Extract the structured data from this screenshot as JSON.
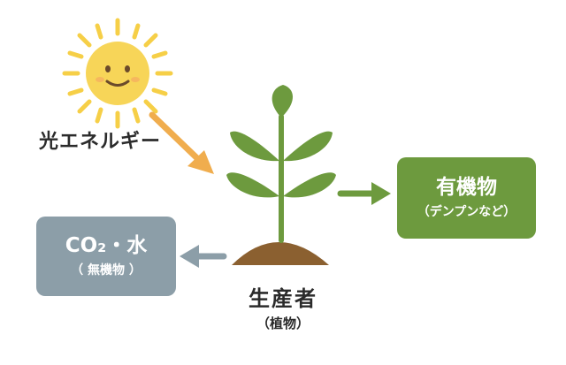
{
  "diagram": {
    "light_label": "光エネルギー",
    "organic_box": {
      "title": "有機物",
      "subtitle": "（デンプンなど）"
    },
    "inorganic_box": {
      "title": "CO₂・水",
      "subtitle": "（ 無機物 ）"
    },
    "producer": {
      "title": "生産者",
      "subtitle": "（植物）"
    }
  },
  "colors": {
    "sun_fill": "#f7d558",
    "sun_ray": "#f6cf47",
    "light_arrow": "#f0ad4e",
    "leaf_green": "#6d9a3e",
    "soil_brown": "#8b6030",
    "organic_box": "#6d9a3e",
    "inorganic_box": "#8c9ea8",
    "arrow_green": "#6d9a3e",
    "arrow_gray": "#8c9ea8"
  },
  "icons": {
    "sun": "sun-icon",
    "plant": "plant-icon"
  }
}
